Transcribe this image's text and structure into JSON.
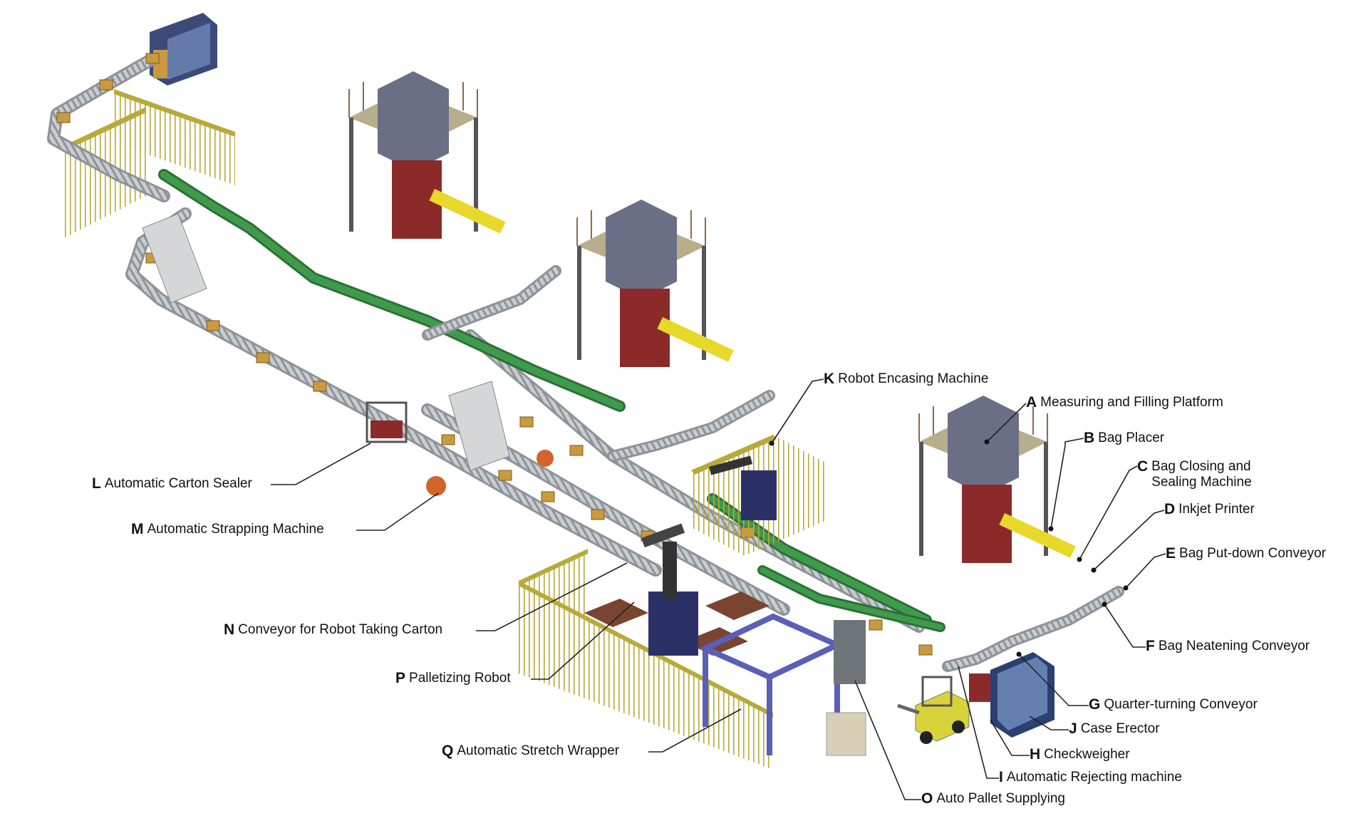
{
  "palette": {
    "background": "#ffffff",
    "conveyor_rail": "#b9bcbf",
    "green_belt": "#3f9b4b",
    "yellow_fence": "#b8aa3a",
    "carton": "#c99a3f",
    "robot_blue": "#2b3167",
    "wrapper_purple": "#5a5fb8",
    "platform_tan": "#b9ae8c",
    "hopper_grey": "#6a6f86",
    "machine_red": "#8c2a2a",
    "sealer_yellow": "#e7d82a",
    "pallet_brown": "#7a4530",
    "forklift_yellow": "#d8d33a",
    "leader_line": "#222222"
  },
  "labels": [
    {
      "id": "A",
      "code": "A",
      "text": "Measuring and Filling Platform"
    },
    {
      "id": "B",
      "code": "B",
      "text": "Bag Placer"
    },
    {
      "id": "C",
      "code": "C",
      "text": "Bag Closing and\nSealing Machine"
    },
    {
      "id": "D",
      "code": "D",
      "text": "Inkjet Printer"
    },
    {
      "id": "E",
      "code": "E",
      "text": "Bag Put-down Conveyor"
    },
    {
      "id": "F",
      "code": "F",
      "text": "Bag Neatening Conveyor"
    },
    {
      "id": "G",
      "code": "G",
      "text": "Quarter-turning Conveyor"
    },
    {
      "id": "J",
      "code": "J",
      "text": "Case Erector"
    },
    {
      "id": "H",
      "code": "H",
      "text": "Checkweigher"
    },
    {
      "id": "I",
      "code": "I",
      "text": "Automatic Rejecting machine"
    },
    {
      "id": "O",
      "code": "O",
      "text": "Auto Pallet Supplying"
    },
    {
      "id": "K",
      "code": "K",
      "text": "Robot Encasing Machine"
    },
    {
      "id": "L",
      "code": "L",
      "text": "Automatic Carton Sealer"
    },
    {
      "id": "M",
      "code": "M",
      "text": "Automatic Strapping Machine"
    },
    {
      "id": "N",
      "code": "N",
      "text": "Conveyor for Robot Taking Carton"
    },
    {
      "id": "P",
      "code": "P",
      "text": "Palletizing Robot"
    },
    {
      "id": "Q",
      "code": "Q",
      "text": "Automatic Stretch Wrapper"
    }
  ]
}
